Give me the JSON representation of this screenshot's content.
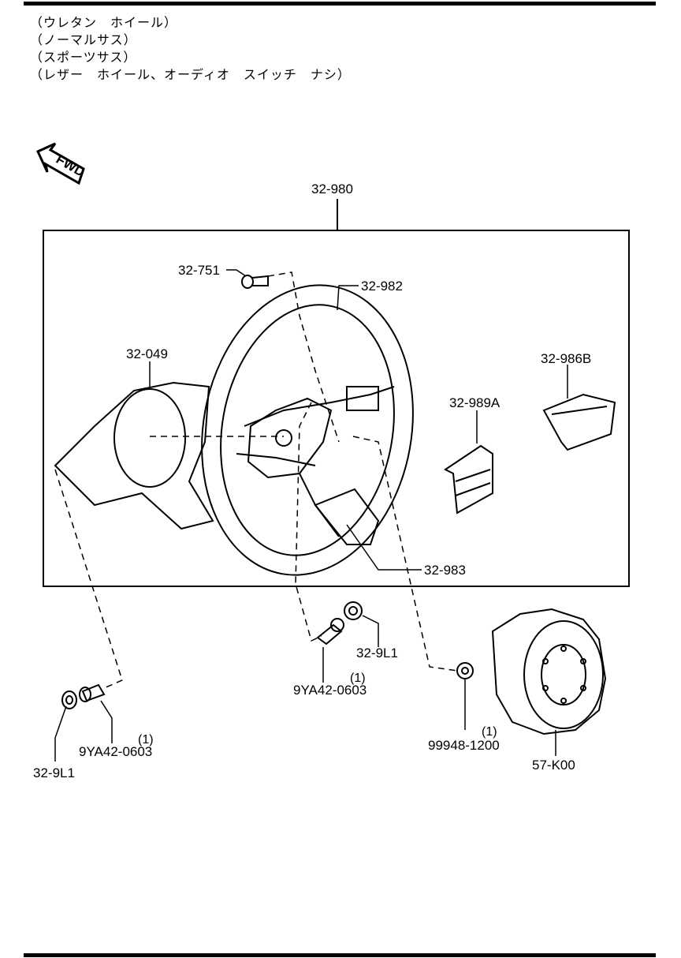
{
  "notes": [
    "（ウレタン　ホイール）",
    "（ノーマルサス）",
    "（スポーツサス）",
    "（レザー　ホイール、オーディオ　スイッチ　ナシ）"
  ],
  "fwd_label": "FWD",
  "assembly_label": "32-980",
  "parts": {
    "p32_751": "32-751",
    "p32_982": "32-982",
    "p32_049": "32-049",
    "p32_986b": "32-986B",
    "p32_989a": "32-989A",
    "p32_983": "32-983",
    "p32_9l1_mid": "32-9L1",
    "p9ya42_mid": "9YA42-0603",
    "p9ya42_mid_qty": "(1)",
    "p32_9l1_left": "32-9L1",
    "p9ya42_left": "9YA42-0603",
    "p9ya42_left_qty": "(1)",
    "p99948": "99948-1200",
    "p99948_qty": "(1)",
    "p57_k00": "57-K00"
  }
}
